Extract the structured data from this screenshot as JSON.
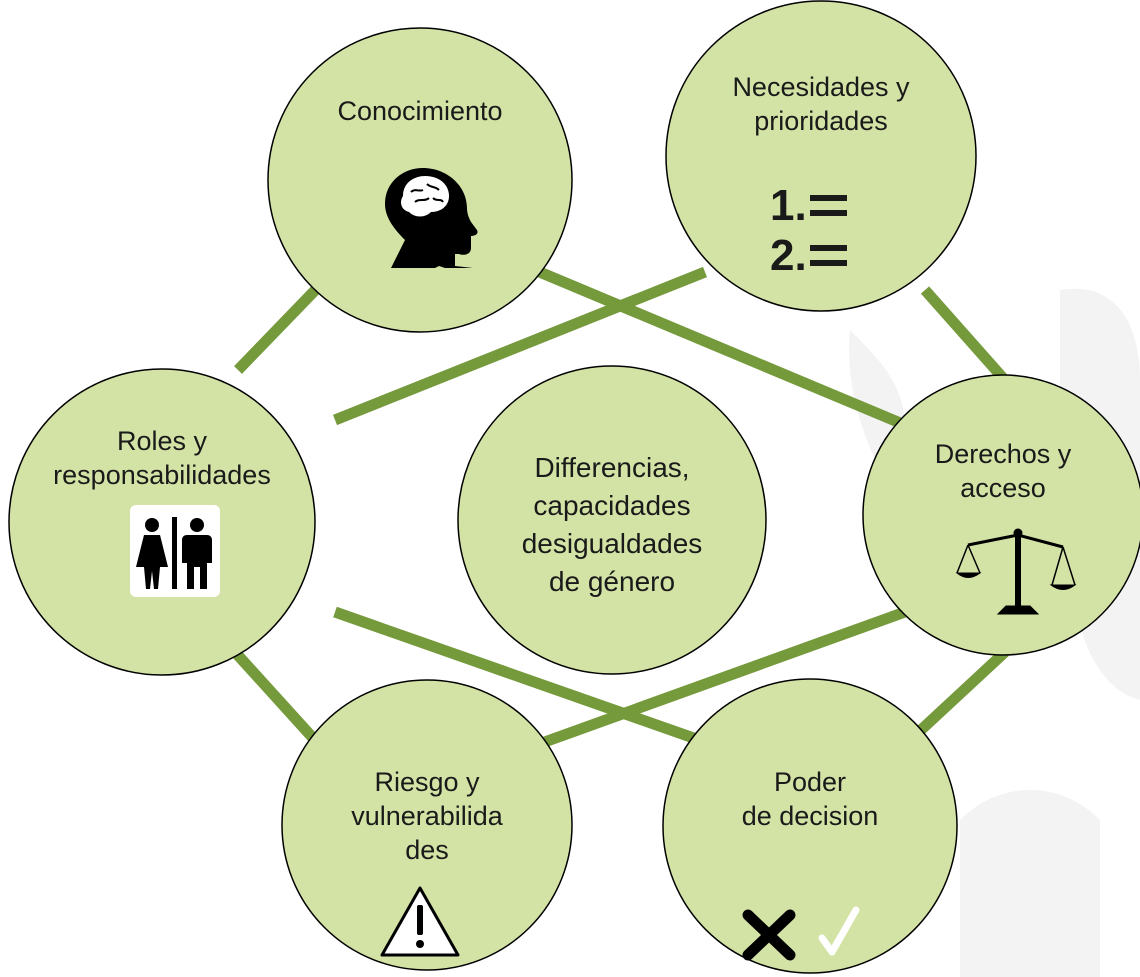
{
  "diagram": {
    "colors": {
      "node_fill": "#d3e3a6",
      "node_stroke": "#000000",
      "connector": "#759a3b",
      "watermark": "#f3f3f3"
    },
    "nodes": {
      "conocimiento": {
        "label": "Conocimiento",
        "icon": "head-brain-icon"
      },
      "necesidades": {
        "label": "Necesidades y\nprioridades",
        "icon": "numbered-list-icon"
      },
      "roles": {
        "label": "Roles y\nresponsabilidades",
        "icon": "restroom-icon"
      },
      "center": {
        "label": "Differencias,\ncapacidades\ndesigualdades\nde género"
      },
      "derechos": {
        "label": "Derechos y\nacceso",
        "icon": "balance-scale-icon"
      },
      "riesgo": {
        "label": "Riesgo y\nvulnerabilida\ndes",
        "icon": "warning-triangle-icon"
      },
      "poder": {
        "label": "Poder\nde decision",
        "icon": "cross-check-icon"
      }
    }
  }
}
